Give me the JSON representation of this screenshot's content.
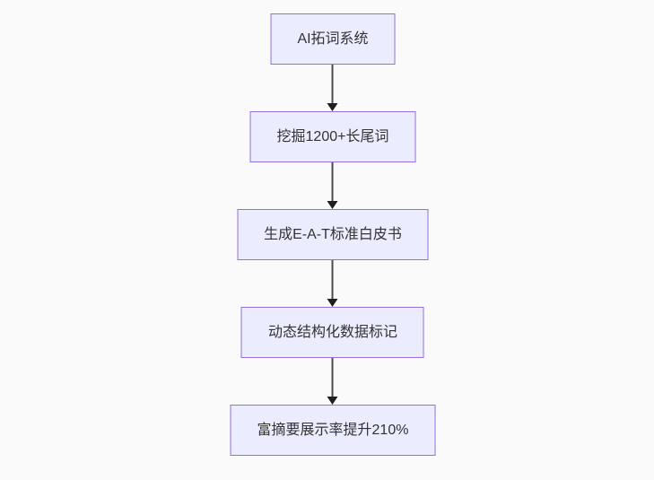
{
  "diagram": {
    "type": "flowchart-top-down",
    "colors": {
      "canvas_background": "#fafafa",
      "node_fill": "#ececff",
      "node_border": "#9370db",
      "node_text": "#333333",
      "arrow_line": "#4b4b4b",
      "arrow_head": "#1f1f1f"
    },
    "nodes": [
      {
        "id": "ai-expansion-system",
        "label": "AI拓词系统"
      },
      {
        "id": "longtail-mining",
        "label": "挖掘1200+长尾词"
      },
      {
        "id": "eat-whitepaper",
        "label": "生成E-A-T标准白皮书"
      },
      {
        "id": "structured-data-markup",
        "label": "动态结构化数据标记"
      },
      {
        "id": "rich-snippet-result",
        "label": "富摘要展示率提升210%"
      }
    ],
    "edges": [
      {
        "from": "ai-expansion-system",
        "to": "longtail-mining"
      },
      {
        "from": "longtail-mining",
        "to": "eat-whitepaper"
      },
      {
        "from": "eat-whitepaper",
        "to": "structured-data-markup"
      },
      {
        "from": "structured-data-markup",
        "to": "rich-snippet-result"
      }
    ]
  }
}
